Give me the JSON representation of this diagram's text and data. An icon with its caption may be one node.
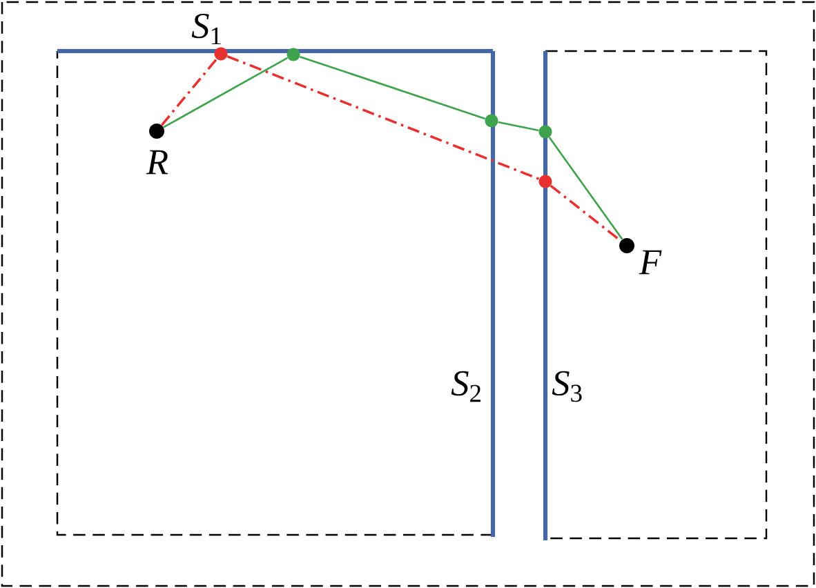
{
  "diagram": {
    "nodes": [
      {
        "text": [],
        "shape": "circle",
        "beside": [
          "R"
        ]
      },
      {
        "text": [],
        "shape": "circle"
      },
      {
        "text": [],
        "shape": "circle"
      },
      {
        "text": [],
        "shape": "circle"
      },
      {
        "text": [],
        "shape": "circle"
      },
      {
        "text": [],
        "shape": "circle"
      },
      {
        "text": [],
        "shape": "circle",
        "beside": [
          "F"
        ]
      }
    ],
    "edges": [
      {
        "from": 0,
        "to": 1,
        "arrow": "none",
        "style": "dashed",
        "color": "#e8312f"
      },
      {
        "from": 1,
        "to": 5,
        "arrow": "none",
        "style": "dashed",
        "color": "#e8312f"
      },
      {
        "from": 5,
        "to": 6,
        "arrow": "none",
        "style": "dashed",
        "color": "#e8312f"
      },
      {
        "from": 0,
        "to": 2,
        "arrow": "none"
      },
      {
        "from": 2,
        "to": 3,
        "arrow": "none"
      },
      {
        "from": 3,
        "to": 4,
        "arrow": "none"
      },
      {
        "from": 4,
        "to": 6,
        "arrow": "none"
      }
    ],
    "labels": [
      "*S*$_{1}$",
      "*S*$_{2}$",
      "*S*$_{3}$"
    ]
  }
}
